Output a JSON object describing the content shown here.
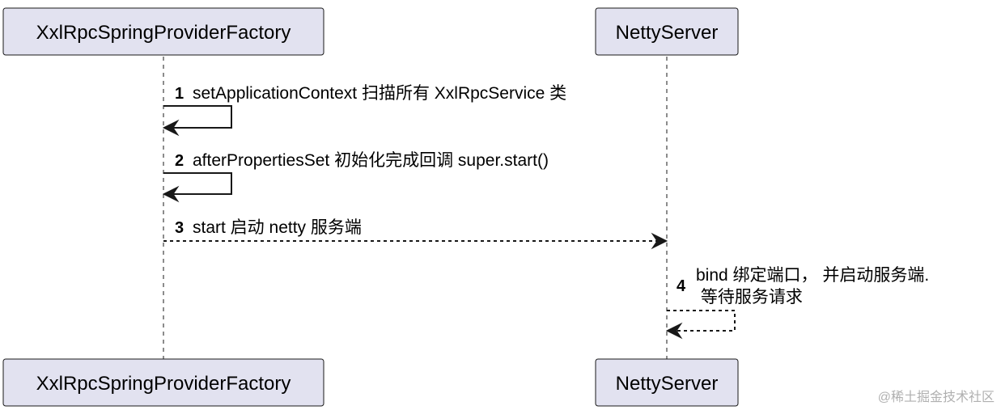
{
  "participants": [
    {
      "id": "factory",
      "label": "XxlRpcSpringProviderFactory"
    },
    {
      "id": "netty",
      "label": "NettyServer"
    }
  ],
  "messages": [
    {
      "num": "1",
      "lines": [
        "setApplicationContext 扫描所有 XxlRpcService 类"
      ],
      "from": "factory",
      "to": "factory",
      "style": "solid"
    },
    {
      "num": "2",
      "lines": [
        "afterPropertiesSet 初始化完成回调 super.start()"
      ],
      "from": "factory",
      "to": "factory",
      "style": "solid"
    },
    {
      "num": "3",
      "lines": [
        "start 启动 netty 服务端"
      ],
      "from": "factory",
      "to": "netty",
      "style": "dashed"
    },
    {
      "num": "4",
      "lines": [
        "bind 绑定端口，  并启动服务端.",
        " 等待服务请求"
      ],
      "from": "netty",
      "to": "netty",
      "style": "dashed"
    }
  ],
  "watermark": "@稀土掘金技术社区",
  "colors": {
    "participant_fill": "#E2E2F0",
    "line": "#181818"
  }
}
